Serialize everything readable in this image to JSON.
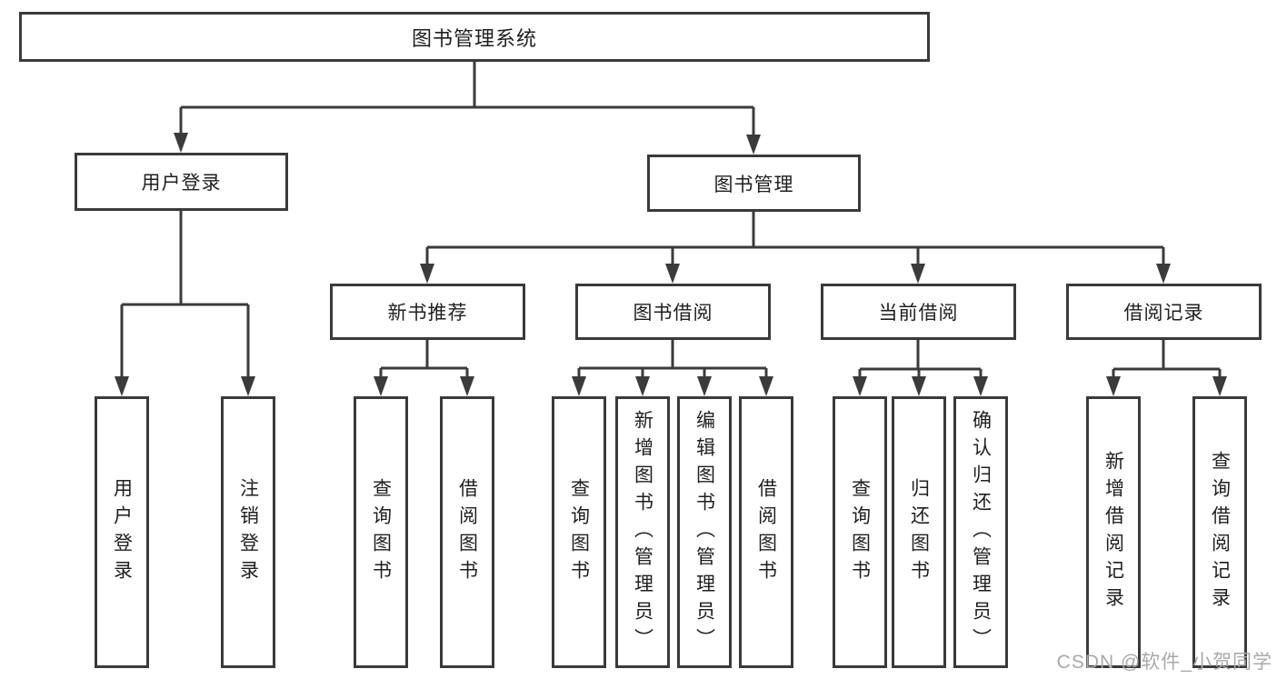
{
  "root": {
    "label": "图书管理系统"
  },
  "user_branch": {
    "label": "用户登录",
    "children": [
      {
        "label": "用户登录"
      },
      {
        "label": "注销登录"
      }
    ]
  },
  "mgmt_branch": {
    "label": "图书管理",
    "modules": [
      {
        "label": "新书推荐",
        "children": [
          {
            "label": "查询图书"
          },
          {
            "label": "借阅图书"
          }
        ]
      },
      {
        "label": "图书借阅",
        "children": [
          {
            "label": "查询图书"
          },
          {
            "label": "新增图书（管理员）"
          },
          {
            "label": "编辑图书（管理员）"
          },
          {
            "label": "借阅图书"
          }
        ]
      },
      {
        "label": "当前借阅",
        "children": [
          {
            "label": "查询图书"
          },
          {
            "label": "归还图书"
          },
          {
            "label": "确认归还（管理员）"
          }
        ]
      },
      {
        "label": "借阅记录",
        "children": [
          {
            "label": "新增借阅记录"
          },
          {
            "label": "查询借阅记录"
          }
        ]
      }
    ]
  },
  "watermark": {
    "text": "CSDN @软件_小贺同学",
    "color": "#a9a9a9"
  },
  "colors": {
    "background": "#ffffff",
    "line": "#3b3b3b",
    "box_border": "#3a3a3a",
    "text": "#1f1f1f"
  }
}
